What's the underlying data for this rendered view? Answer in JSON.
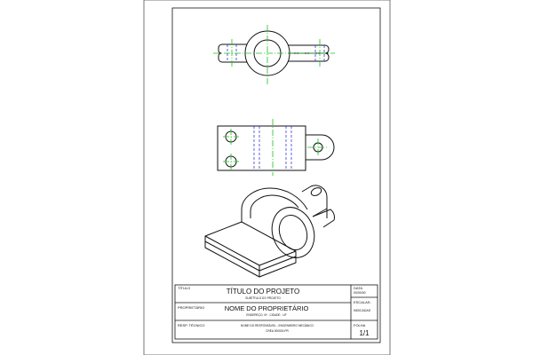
{
  "title_block": {
    "title_label": "TÍTULO",
    "title": "TÍTULO DO PROJETO",
    "subtitle": "SUBTÍTULO DO PROJETO",
    "date_label": "DATA",
    "date_value": "00/00/00",
    "owner_label": "PROPRIETÁRIO",
    "owner_name": "NOME DO PROPRIETÁRIO",
    "owner_address": "ENDEREÇO, Nº - CIDADE - UF",
    "scale_label": "ESCALAS:",
    "scale_value": "INDICADAS",
    "tech_label": "RESP. TÉCNICO",
    "tech_name": "NOME DO RESPONSÁVEL - ENGENHEIRO MECÂNICO",
    "tech_crea": "CREA 000000-PR",
    "sheet_label": "FOLHA",
    "sheet_value": "1/1"
  },
  "colors": {
    "line": "#111111",
    "center_line": "#19c11f",
    "hidden_line": "#3a3ad6"
  }
}
